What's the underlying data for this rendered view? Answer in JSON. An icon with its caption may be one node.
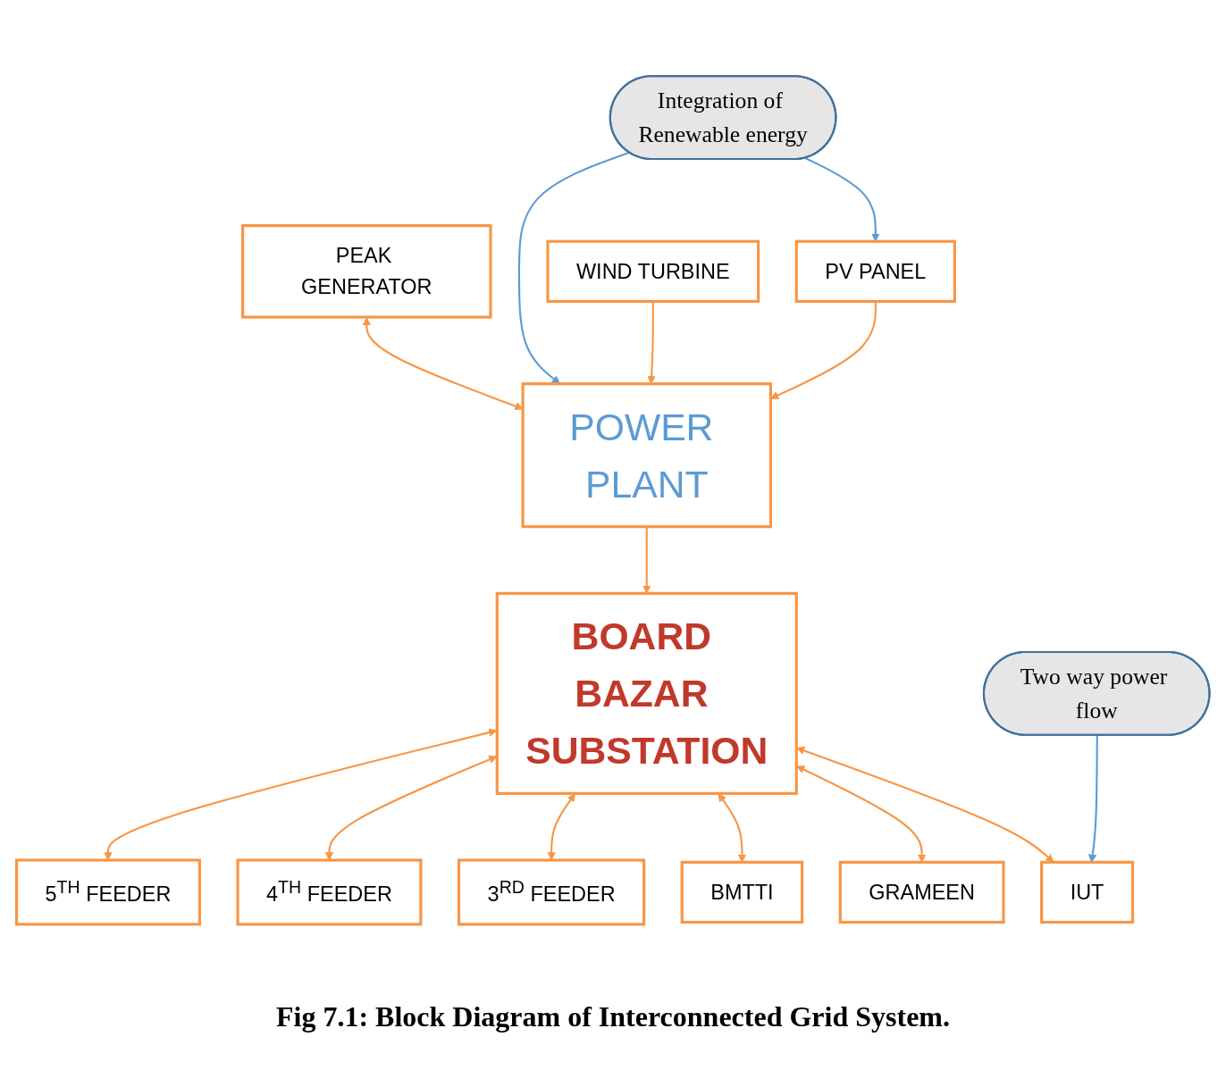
{
  "diagram": {
    "caption": "Fig 7.1: Block Diagram of Interconnected Grid System.",
    "nodes": [
      {
        "text": [
          "PEAK GENERATOR"
        ]
      },
      {
        "text": [
          "Integration of Renewable energy"
        ]
      },
      {
        "text": [
          "POWER PLANT"
        ]
      },
      {
        "text": [
          "PV PANEL"
        ]
      },
      {
        "text": [
          "WIND TURBINE"
        ]
      },
      {
        "text": [
          "BOARD BAZAR SUBSTATION"
        ]
      },
      {
        "text": [
          "IUT"
        ]
      },
      {
        "text": [
          "GRAMEEN"
        ]
      },
      {
        "text": [
          "BMTTI"
        ]
      },
      {
        "text": [
          "3$^{RD}$ FEEDER"
        ]
      },
      {
        "text": [
          "4$^{TH}$ FEEDER"
        ]
      },
      {
        "text": [
          "5$^{TH}$ FEEDER"
        ]
      },
      {
        "text": [
          "Two way power flow"
        ]
      }
    ],
    "edges": [
      {
        "from": 0,
        "to": 2,
        "arrow": "both"
      },
      {
        "from": 1,
        "to": 3,
        "arrow": "to",
        "color": "#5b9bd5"
      },
      {
        "from": 1,
        "to": 2,
        "arrow": "to",
        "color": "#5b9bd5"
      },
      {
        "from": 3,
        "to": 2,
        "arrow": "to"
      },
      {
        "from": 4,
        "to": 2,
        "arrow": "to"
      },
      {
        "from": 2,
        "to": 5,
        "arrow": "to"
      },
      {
        "from": 5,
        "to": 6,
        "arrow": "both"
      },
      {
        "from": 5,
        "to": 7,
        "arrow": "both"
      },
      {
        "from": 5,
        "to": 8,
        "arrow": "both"
      },
      {
        "from": 5,
        "to": 9,
        "arrow": "both"
      },
      {
        "from": 5,
        "to": 10,
        "arrow": "both"
      },
      {
        "from": 5,
        "to": 11,
        "arrow": "both"
      },
      {
        "from": 12,
        "to": 6,
        "arrow": "to",
        "color": "#5b9bd5"
      }
    ]
  }
}
